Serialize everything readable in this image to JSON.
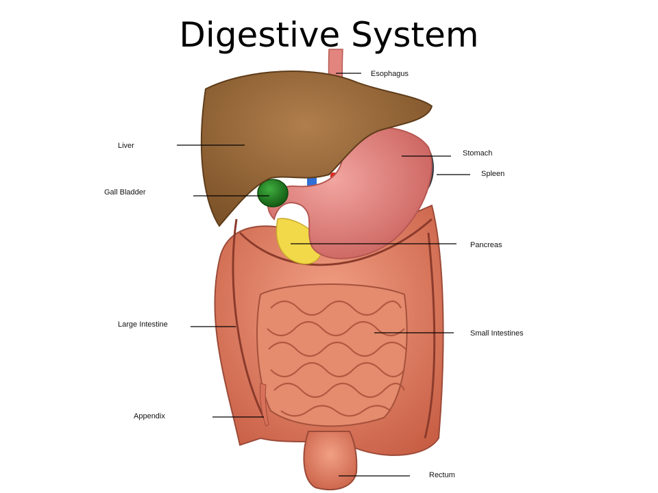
{
  "slide": {
    "title": "Digestive System"
  },
  "labels": {
    "esophagus": "Esophagus",
    "liver": "Liver",
    "stomach": "Stomach",
    "spleen": "Spleen",
    "gall_bladder": "Gall Bladder",
    "pancreas": "Pancreas",
    "large_intestine": "Large Intestine",
    "small_intestines": "Small Intestines",
    "appendix": "Appendix",
    "rectum": "Rectum"
  },
  "colors": {
    "liver": "#9a6a3a",
    "stomach": "#e07d78",
    "spleen": "#4a4e5a",
    "gall_bladder": "#1e7a1e",
    "pancreas": "#f2d94a",
    "intestine": "#e2795f",
    "esophagus": "#e0807a"
  }
}
